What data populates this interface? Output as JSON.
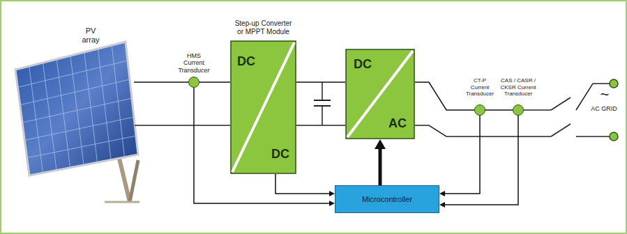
{
  "diagram": {
    "nodes": [
      {
        "text": [
          "PV array"
        ]
      },
      {
        "text": [
          "HMS Current Transducer"
        ]
      },
      {
        "text": [
          "Step-up Converter or MPPT Module",
          "DC",
          "DC"
        ]
      },
      {
        "text": [
          "DC",
          "AC"
        ]
      },
      {
        "text": [
          "CT-P Current Transducer"
        ]
      },
      {
        "text": [
          "CAS / CASR / CKSR Current Transducer"
        ]
      },
      {
        "text": [
          "Microcontroller"
        ]
      }
    ],
    "edges": [
      {
        "from": 0,
        "to": 1,
        "arrow": "none"
      },
      {
        "from": 1,
        "to": 2,
        "arrow": "none"
      },
      {
        "from": 2,
        "to": 3,
        "arrow": "none"
      },
      {
        "from": 3,
        "to": 4,
        "arrow": "none"
      },
      {
        "from": 4,
        "to": 5,
        "arrow": "none"
      },
      {
        "from": 1,
        "to": 6,
        "arrow": "to"
      },
      {
        "from": 2,
        "to": 6,
        "arrow": "to"
      },
      {
        "from": 4,
        "to": 6,
        "arrow": "to"
      },
      {
        "from": 5,
        "to": 6,
        "arrow": "to"
      },
      {
        "from": 6,
        "to": 3,
        "arrow": "to"
      }
    ],
    "labels": [
      "~",
      "AC GRID"
    ]
  }
}
